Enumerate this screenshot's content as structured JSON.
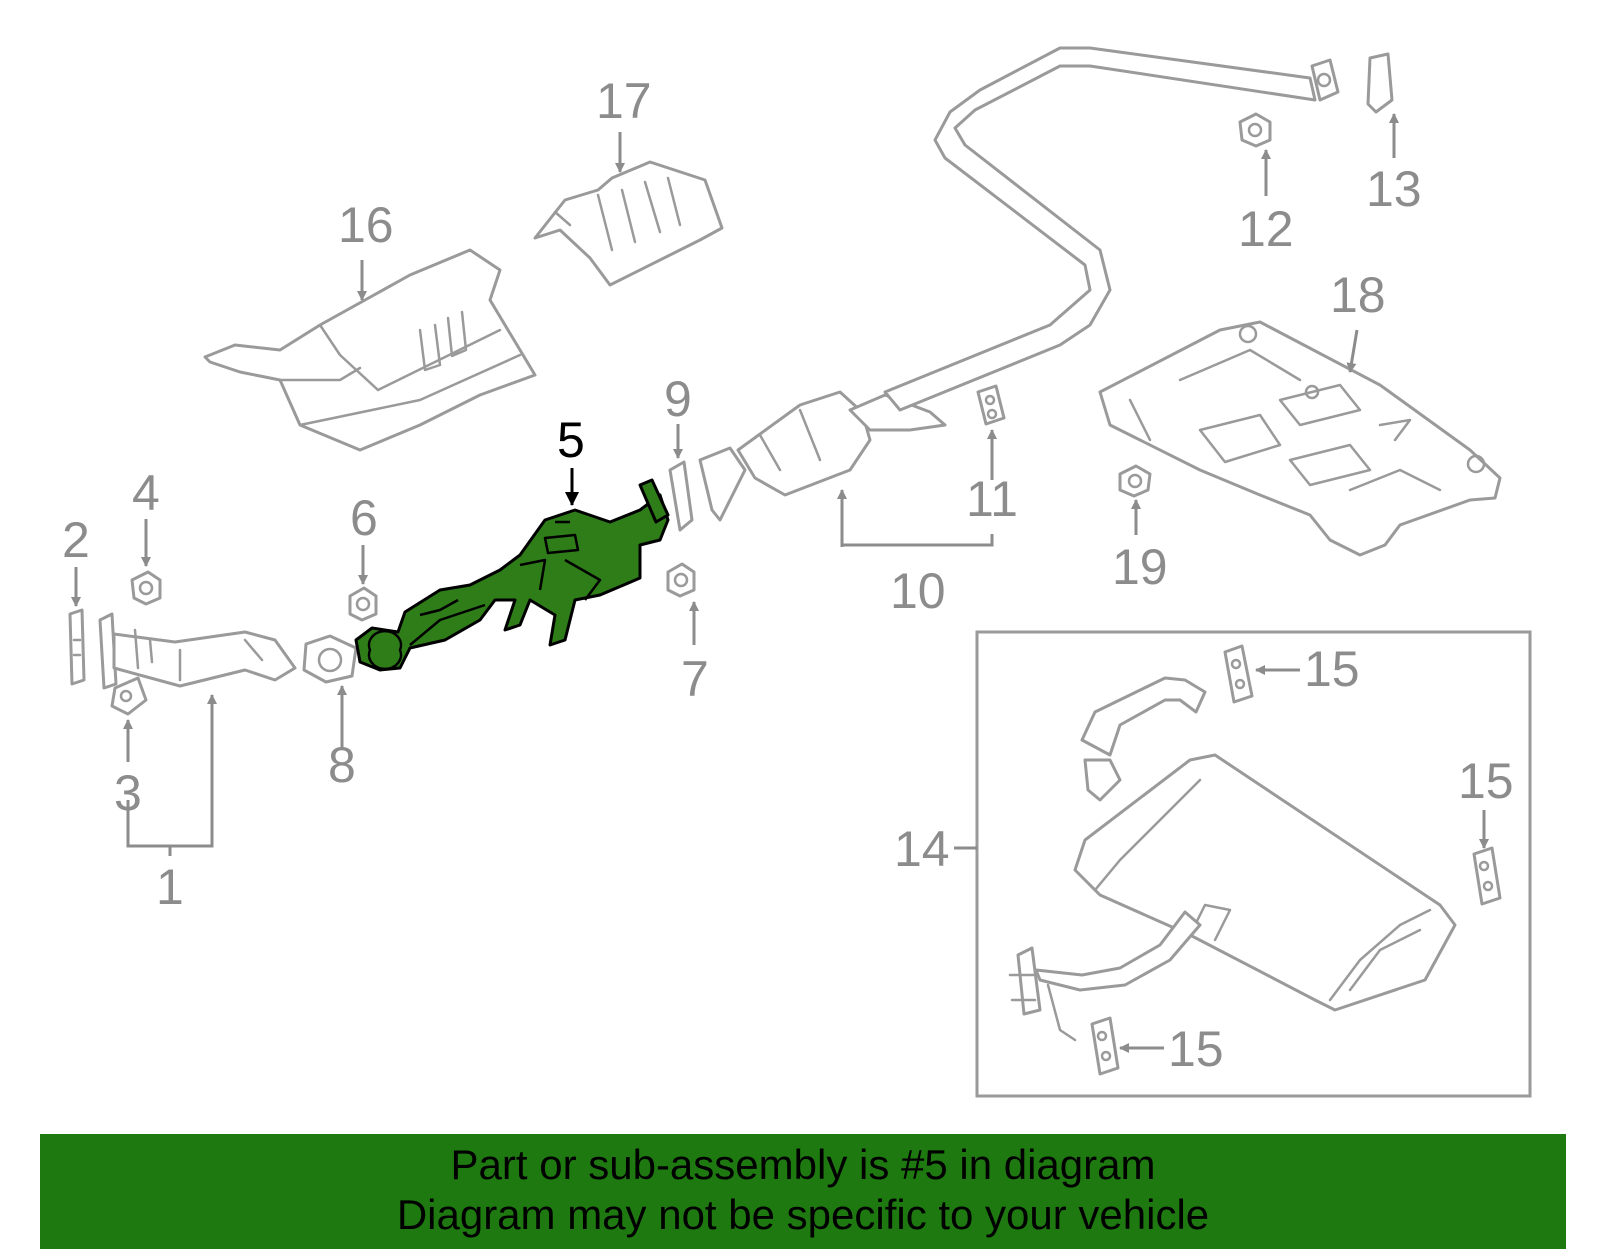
{
  "callouts": {
    "c1": "1",
    "c2": "2",
    "c3": "3",
    "c4": "4",
    "c5": "5",
    "c6": "6",
    "c7": "7",
    "c8": "8",
    "c9": "9",
    "c10": "10",
    "c11": "11",
    "c12": "12",
    "c13": "13",
    "c14": "14",
    "c15": "15",
    "c16": "16",
    "c17": "17",
    "c18": "18",
    "c19": "19"
  },
  "highlighted_part": "5",
  "colors": {
    "highlight_fill": "#2e7d18",
    "banner_background": "#1e7a10",
    "part_outline": "#9a9a9a",
    "callout_text": "#8c8c8c"
  },
  "banner": {
    "line1": "Part or sub-assembly is #5 in diagram",
    "line2": "Diagram may not be specific to your vehicle"
  }
}
